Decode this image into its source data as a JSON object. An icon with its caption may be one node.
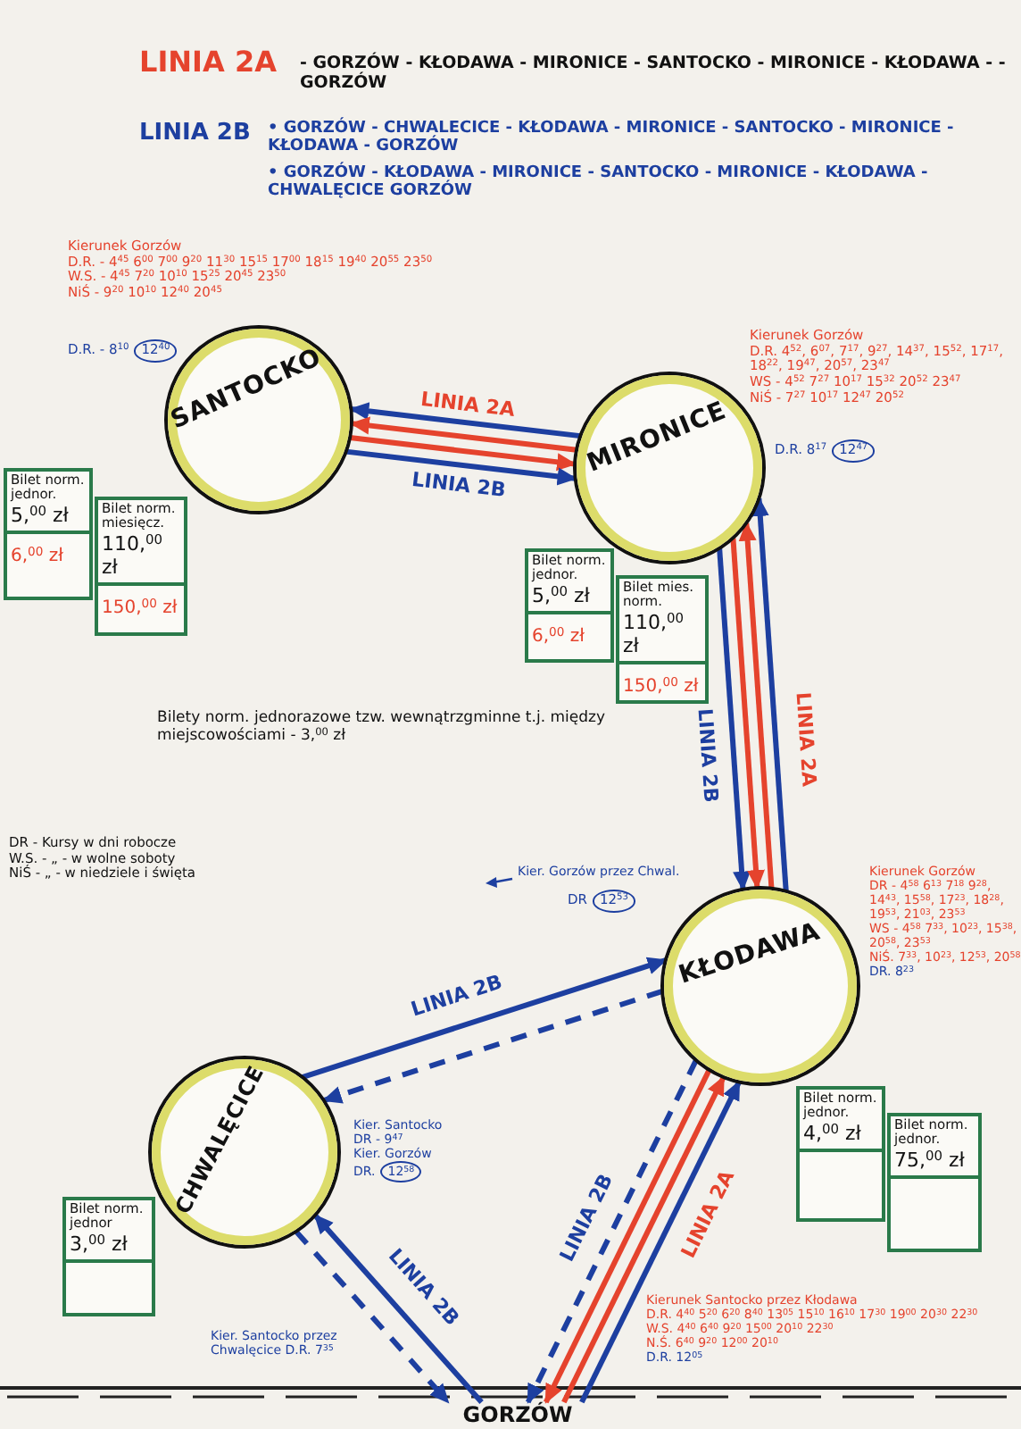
{
  "diagram": {
    "nodes": [
      {
        "text": [
          "SANTOCKO"
        ]
      },
      {
        "text": [
          "MIRONICE"
        ]
      },
      {
        "text": [
          "KŁODAWA"
        ]
      },
      {
        "text": [
          "CHWALĘCICE"
        ]
      },
      {
        "text": [
          "GORZÓW"
        ]
      },
      {
        "text": [
          "Bilet norm. jednor.",
          "5,$^{00}$ zł",
          "6,$^{00}$ zł"
        ]
      },
      {
        "text": [
          "Bilet norm. miesięcz.",
          "110,$^{00}$ zł",
          "150,$^{00}$ zł"
        ]
      },
      {
        "text": [
          "Bilet norm. jednor.",
          "5,$^{00}$ zł",
          "6,$^{00}$ zł"
        ]
      },
      {
        "text": [
          "Bilet mies. norm.",
          "110,$^{00}$ zł",
          "150,$^{00}$ zł"
        ]
      },
      {
        "text": [
          "Bilet norm. jednor.",
          "4,$^{00}$ zł"
        ]
      },
      {
        "text": [
          "Bilet norm. jednor.",
          "75,$^{00}$ zł"
        ]
      },
      {
        "text": [
          "Bilet norm. jednor",
          "3,$^{00}$ zł"
        ]
      }
    ],
    "edges": [
      {
        "from": 1,
        "to": 0,
        "arrow": "to"
      },
      {
        "from": 1,
        "to": 0,
        "arrow": "to",
        "label": "LINIA 2A",
        "color": "#e5432d"
      },
      {
        "from": 0,
        "to": 1,
        "arrow": "to",
        "color": "#e5432d"
      },
      {
        "from": 0,
        "to": 1,
        "arrow": "to",
        "label": "LINIA 2B"
      },
      {
        "from": 1,
        "to": 2,
        "arrow": "to",
        "label": "LINIA 2B"
      },
      {
        "from": 1,
        "to": 2,
        "arrow": "to",
        "color": "#e5432d"
      },
      {
        "from": 2,
        "to": 1,
        "arrow": "to",
        "label": "LINIA 2A",
        "color": "#e5432d"
      },
      {
        "from": 2,
        "to": 1,
        "arrow": "to"
      },
      {
        "from": 2,
        "to": 4,
        "arrow": "to",
        "label": "LINIA 2B",
        "style": "dashed"
      },
      {
        "from": 2,
        "to": 4,
        "arrow": "to",
        "color": "#e5432d"
      },
      {
        "from": 4,
        "to": 2,
        "arrow": "to",
        "label": "LINIA 2A",
        "color": "#e5432d"
      },
      {
        "from": 4,
        "to": 2,
        "arrow": "to"
      },
      {
        "from": 3,
        "to": 2,
        "arrow": "to",
        "label": "LINIA 2B"
      },
      {
        "from": 2,
        "to": 3,
        "arrow": "to",
        "style": "dashed"
      },
      {
        "from": 4,
        "to": 3,
        "arrow": "to",
        "label": "LINIA 2B"
      },
      {
        "from": 3,
        "to": 4,
        "arrow": "to",
        "style": "dashed"
      }
    ],
    "labels": [
      "LINIA 2A",
      "- GORZÓW - KŁODAWA - MIRONICE - SANTOCKO - MIRONICE - KŁODAWA - - GORZÓW",
      "LINIA 2B",
      "• GORZÓW - CHWALECICE - KŁODAWA - MIRONICE - SANTOCKO - MIRONICE - KŁODAWA - GORZÓW",
      "• GORZÓW - KŁODAWA - MIRONICE - SANTOCKO - MIRONICE - KŁODAWA - CHWALĘCICE GORZÓW",
      "Kierunek Gorzów",
      "D.R. - 4$^{45}$ 6$^{00}$ 7$^{00}$ 9$^{20}$ 11$^{30}$ 15$^{15}$ 17$^{00}$ 18$^{15}$ 19$^{40}$ 20$^{55}$ 23$^{50}$",
      "W.S. - 4$^{45}$ 7$^{20}$ 10$^{10}$ 15$^{25}$ 20$^{45}$ 23$^{50}$",
      "NiŚ - 9$^{20}$ 10$^{10}$ 12$^{40}$ 20$^{45}$",
      "D.R. - 8$^{10}$",
      "12$^{40}$",
      "Kierunek Gorzów",
      "D.R. 4$^{52}$, 6$^{07}$, 7$^{17}$, 9$^{27}$, 14$^{37}$, 15$^{52}$, 17$^{17}$, 18$^{22}$, 19$^{47}$, 20$^{57}$, 23$^{47}$",
      "WS - 4$^{52}$ 7$^{27}$ 10$^{17}$ 15$^{32}$ 20$^{52}$ 23$^{47}$",
      "NiŚ - 7$^{27}$ 10$^{17}$ 12$^{47}$ 20$^{52}$",
      "D.R. 8$^{17}$",
      "12$^{47}$",
      "Bilety norm. jednorazowe tzw. wewnątrzgminne t.j. między miejscowościami - 3,$^{00}$ zł",
      "DR - Kursy w dni robocze",
      "W.S. - „ - w wolne soboty",
      "NiŚ - „ - w niedziele i święta",
      "Kier. Gorzów przez Chwal.",
      "DR",
      "12$^{53}$",
      "Kierunek Gorzów",
      "DR - 4$^{58}$ 6$^{13}$ 7$^{18}$ 9$^{28}$, 14$^{43}$, 15$^{58}$, 17$^{23}$, 18$^{28}$, 19$^{53}$, 21$^{03}$, 23$^{53}$",
      "WS - 4$^{58}$ 7$^{33}$, 10$^{23}$, 15$^{38}$, 20$^{58}$, 23$^{53}$",
      "NiŚ. 7$^{33}$, 10$^{23}$, 12$^{53}$, 20$^{58}$",
      "DR. 8$^{23}$",
      "Kier. Santocko",
      "DR - 9$^{47}$",
      "Kier. Gorzów",
      "DR.",
      "12$^{58}$",
      "Kier. Santocko przez Chwalęcice D.R. 7$^{35}$",
      "Kierunek Santocko przez Kłodawa",
      "D.R. 4$^{40}$ 5$^{20}$ 6$^{20}$ 8$^{40}$ 13$^{05}$ 15$^{10}$ 16$^{10}$ 17$^{30}$ 19$^{00}$ 20$^{30}$ 22$^{30}$",
      "W.S. 4$^{40}$ 6$^{40}$ 9$^{20}$ 15$^{00}$ 20$^{10}$ 22$^{30}$",
      "N.Ś. 6$^{40}$ 9$^{20}$ 12$^{00}$ 20$^{10}$",
      "D.R. 12$^{05}$"
    ]
  }
}
